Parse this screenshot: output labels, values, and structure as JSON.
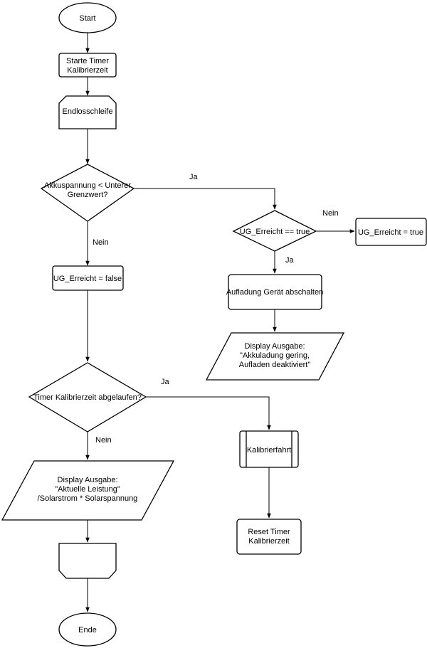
{
  "nodes": {
    "start": "Start",
    "timer": [
      "Starte Timer",
      "Kalibrierzeit"
    ],
    "loop": "Endlosschleife",
    "check_voltage": [
      "Akkuspannung < Unterer",
      "Grenzwert?"
    ],
    "ug_false": "UG_Erreicht = false",
    "ug_check": "UG_Erreicht == true",
    "ug_true": "UG_Erreicht = true",
    "charge_off": "Aufladung Gerät abschalten",
    "display_low": [
      "Display Ausgabe:",
      "\"Akkuladung gering,",
      "Aufladen deaktiviert\""
    ],
    "timer_check": "Timer Kalibrierzeit abgelaufen?",
    "calib": "Kalibrierfahrt",
    "display_power": [
      "Display Ausgabe:",
      "\"Aktuelle Leistung\"",
      "/Solarstrom * Solarspannung"
    ],
    "reset_timer": [
      "Reset Timer",
      "Kalibrierzeit"
    ],
    "end": "Ende"
  },
  "edge_labels": {
    "voltage_yes": "Ja",
    "voltage_no": "Nein",
    "ug_no": "Nein",
    "ug_yes": "Ja",
    "timer_yes": "Ja",
    "timer_no": "Nein"
  }
}
